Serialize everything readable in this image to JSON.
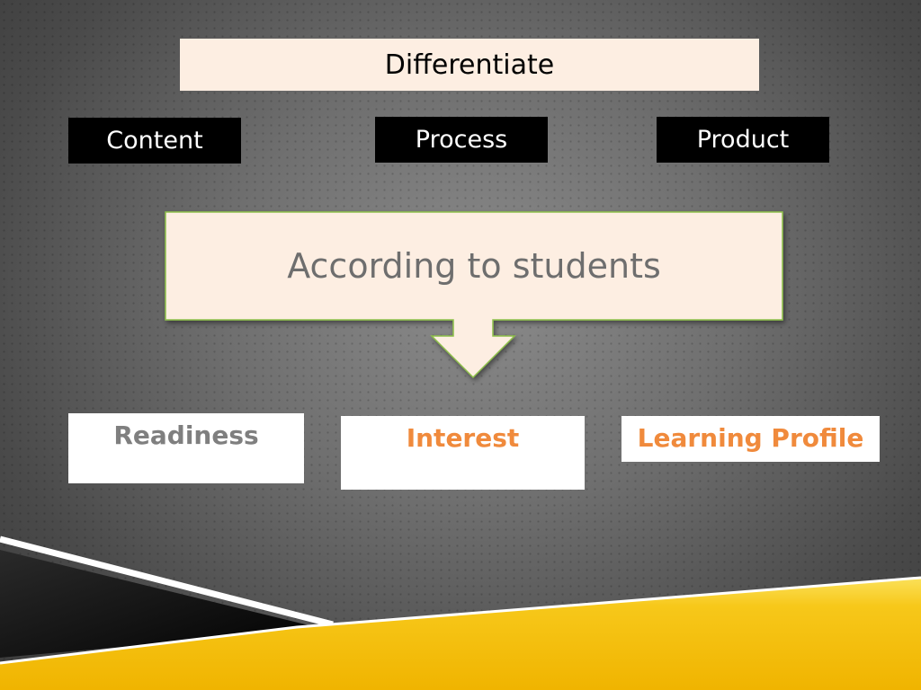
{
  "title": "Differentiate",
  "categories": [
    "Content",
    "Process",
    "Product"
  ],
  "callout": "According to students",
  "factors": [
    "Readiness",
    "Interest",
    "Learning Profile"
  ],
  "colors": {
    "title_fill": "#fdeee2",
    "callout_fill": "#fdeee2",
    "callout_border": "#8dbf4a",
    "factor_readiness": "#7f7f7f",
    "factor_orange": "#f08a3c",
    "accent_yellow": "#f5c518"
  }
}
